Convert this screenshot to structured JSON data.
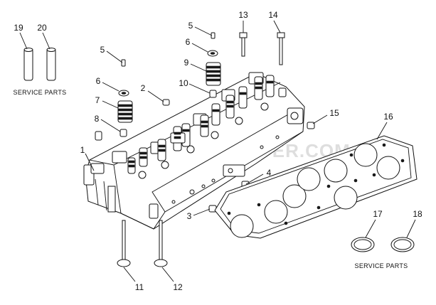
{
  "watermark": "SPEEDRIVER.COM",
  "service_text_left": "SERVICE PARTS",
  "service_text_right": "SERVICE PARTS",
  "callouts": [
    "1",
    "2",
    "3",
    "4",
    "5",
    "5",
    "6",
    "6",
    "7",
    "8",
    "9",
    "10",
    "11",
    "12",
    "13",
    "14",
    "15",
    "16",
    "17",
    "18",
    "19",
    "20"
  ]
}
